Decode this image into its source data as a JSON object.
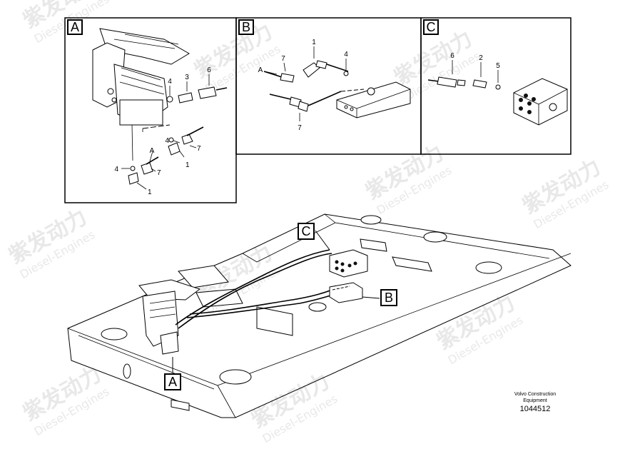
{
  "watermark": {
    "brand": "紫发动力",
    "subtitle": "Diesel-Engines"
  },
  "views": [
    {
      "letter": "A"
    },
    {
      "letter": "B"
    },
    {
      "letter": "C"
    }
  ],
  "view_a_labels": {
    "l1a": "1",
    "l1b": "1",
    "l3": "3",
    "l4a": "4",
    "l4b": "4",
    "l4c": "4",
    "l6": "6",
    "l7a": "7",
    "l7b": "7",
    "lA": "A"
  },
  "view_b_labels": {
    "l1": "1",
    "l4": "4",
    "l7a": "7",
    "l7b": "7",
    "lA": "A"
  },
  "view_c_labels": {
    "l2": "2",
    "l5": "5",
    "l6": "6"
  },
  "main_callouts": {
    "c": "C",
    "b": "B",
    "a": "A"
  },
  "footer": {
    "company_line1": "Volvo Construction",
    "company_line2": "Equipment",
    "part_number": "1044512"
  }
}
